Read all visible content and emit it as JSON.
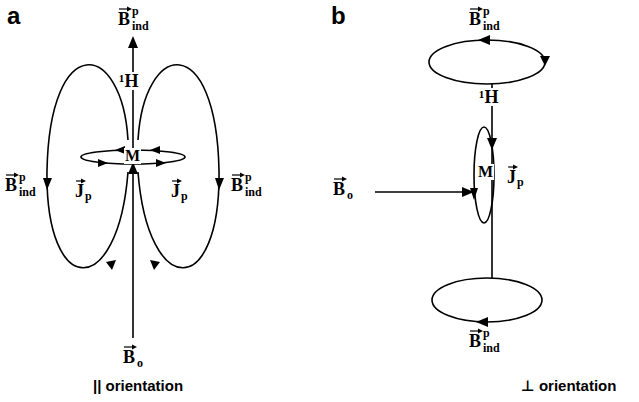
{
  "diagram": {
    "labels": [
      "a",
      "b",
      "B",
      "p",
      "ind",
      "¹H",
      "M",
      "B",
      "p",
      "ind",
      "B",
      "p",
      "ind",
      "J",
      "p",
      "J",
      "p",
      "B",
      "o",
      "|| orientation",
      "B",
      "p",
      "ind",
      "¹H",
      "B",
      "o",
      "M",
      "J",
      "p",
      "B",
      "p",
      "ind",
      "⊥ orientation"
    ]
  }
}
